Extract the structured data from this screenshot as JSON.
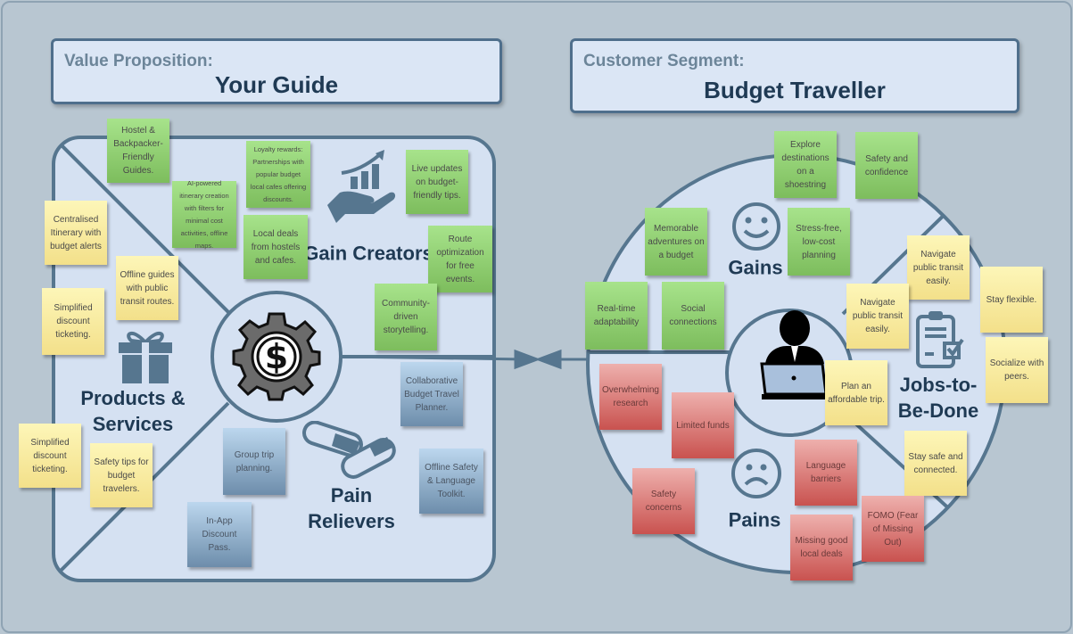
{
  "value_proposition": {
    "heading": "Value Proposition:",
    "title": "Your Guide",
    "sections": {
      "gain_creators": "Gain Creators",
      "products_services": "Products & Services",
      "pain_relievers": "Pain Relievers"
    }
  },
  "customer_segment": {
    "heading": "Customer Segment:",
    "title": "Budget Traveller",
    "sections": {
      "gains": "Gains",
      "pains": "Pains",
      "jobs": "Jobs-to-Be-Done"
    }
  },
  "notes": [
    {
      "text": "Hostel & Backpacker-Friendly Guides.",
      "color": "green"
    },
    {
      "text": "AI-powered itinerary creation with filters for minimal cost activities, offline maps.",
      "color": "green"
    },
    {
      "text": "Loyalty rewards: Partnerships with popular budget local cafes offering discounts.",
      "color": "green"
    },
    {
      "text": "Local deals from hostels and cafes.",
      "color": "green"
    },
    {
      "text": "Live updates on budget-friendly tips.",
      "color": "green"
    },
    {
      "text": "Route optimization for free events.",
      "color": "green"
    },
    {
      "text": "Community-driven storytelling.",
      "color": "green"
    },
    {
      "text": "Centralised Itinerary with budget alerts",
      "color": "yellow"
    },
    {
      "text": "Offline guides with public transit routes.",
      "color": "yellow"
    },
    {
      "text": "Simplified discount ticketing.",
      "color": "yellow"
    },
    {
      "text": "Simplified discount ticketing.",
      "color": "yellow"
    },
    {
      "text": "Safety tips for budget travelers.",
      "color": "yellow"
    },
    {
      "text": "Collaborative Budget Travel Planner.",
      "color": "blue"
    },
    {
      "text": "Group trip planning.",
      "color": "blue"
    },
    {
      "text": "Offline Safety & Language Toolkit.",
      "color": "blue"
    },
    {
      "text": "In-App Discount Pass.",
      "color": "blue"
    },
    {
      "text": "Explore destinations on a shoestring",
      "color": "green"
    },
    {
      "text": "Safety and confidence",
      "color": "green"
    },
    {
      "text": "Memorable adventures on a budget",
      "color": "green"
    },
    {
      "text": "Stress-free, low-cost planning",
      "color": "green"
    },
    {
      "text": "Real-time adaptability",
      "color": "green"
    },
    {
      "text": "Social connections",
      "color": "green"
    },
    {
      "text": "Navigate public transit easily.",
      "color": "yellow"
    },
    {
      "text": "Navigate public transit easily.",
      "color": "yellow"
    },
    {
      "text": "Stay flexible.",
      "color": "yellow"
    },
    {
      "text": "Socialize with peers.",
      "color": "yellow"
    },
    {
      "text": "Plan an affordable trip.",
      "color": "yellow"
    },
    {
      "text": "Stay safe and connected.",
      "color": "yellow"
    },
    {
      "text": "Overwhelming research",
      "color": "red"
    },
    {
      "text": "Limited funds",
      "color": "red"
    },
    {
      "text": "Safety concerns",
      "color": "red"
    },
    {
      "text": "Language barriers",
      "color": "red"
    },
    {
      "text": "Missing good local deals",
      "color": "red"
    },
    {
      "text": "FOMO (Fear of Missing Out)",
      "color": "red"
    }
  ],
  "icons": [
    "gear-dollar-icon",
    "gift-icon",
    "hand-growth-chart-icon",
    "pills-icon",
    "smiley-icon",
    "sad-face-icon",
    "clipboard-check-icon",
    "person-laptop-icon",
    "arrow-icon"
  ],
  "colors": {
    "outline": "#56768f",
    "panel": "#d5e1f2",
    "text": "#1f3a54"
  }
}
